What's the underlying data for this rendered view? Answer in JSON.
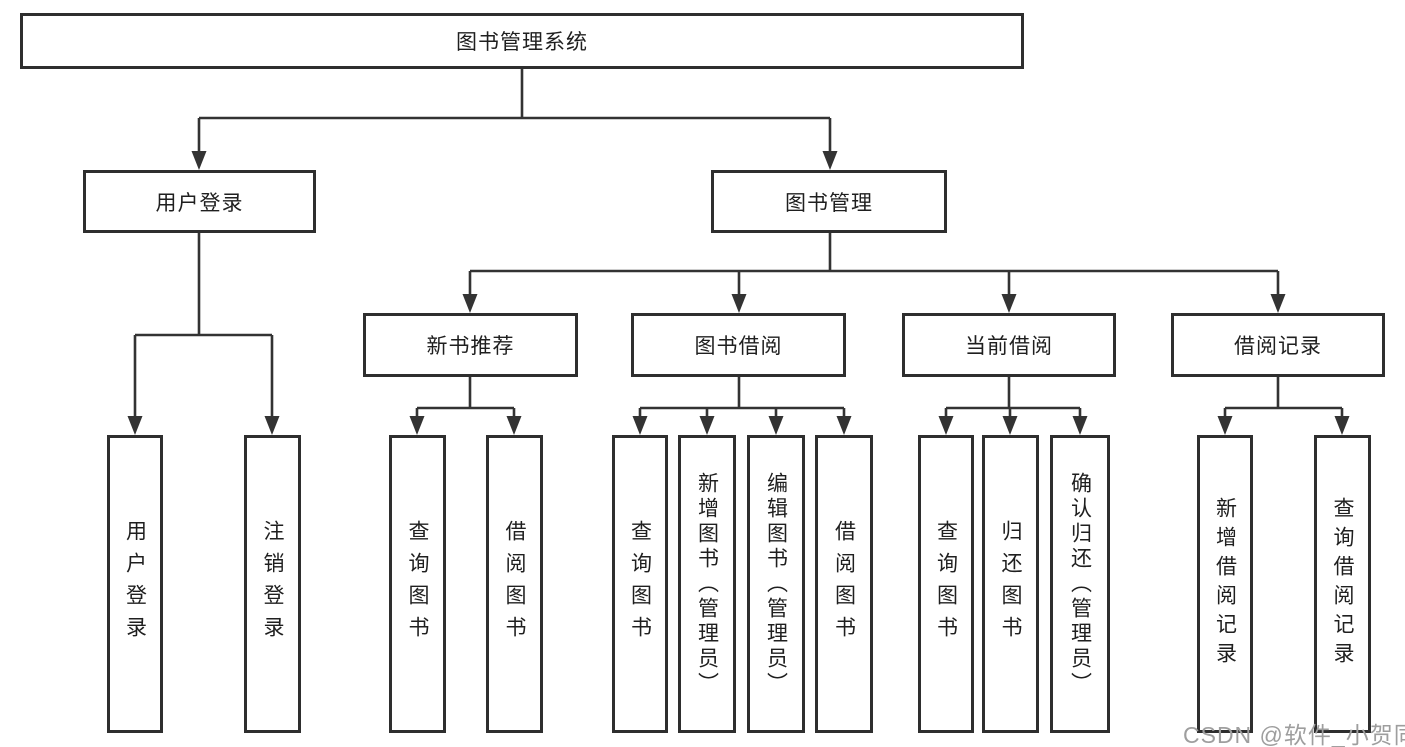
{
  "diagram": {
    "title": "图书管理系统",
    "level2": [
      {
        "id": "user-login",
        "label": "用户登录"
      },
      {
        "id": "book-management",
        "label": "图书管理"
      }
    ],
    "level3": [
      {
        "id": "new-book-recommend",
        "label": "新书推荐",
        "parent": "图书管理"
      },
      {
        "id": "book-borrowing",
        "label": "图书借阅",
        "parent": "图书管理"
      },
      {
        "id": "current-borrowing",
        "label": "当前借阅",
        "parent": "图书管理"
      },
      {
        "id": "borrowing-records",
        "label": "借阅记录",
        "parent": "图书管理"
      }
    ],
    "leaves": [
      {
        "id": "user-login-leaf",
        "label": "用户登录",
        "parent": "用户登录"
      },
      {
        "id": "logout-leaf",
        "label": "注销登录",
        "parent": "用户登录"
      },
      {
        "id": "query-books-1",
        "label": "查询图书",
        "parent": "新书推荐"
      },
      {
        "id": "borrow-books-1",
        "label": "借阅图书",
        "parent": "新书推荐"
      },
      {
        "id": "query-books-2",
        "label": "查询图书",
        "parent": "图书借阅"
      },
      {
        "id": "add-books-admin",
        "label": "新增图书（管理员）",
        "parent": "图书借阅"
      },
      {
        "id": "edit-books-admin",
        "label": "编辑图书（管理员）",
        "parent": "图书借阅"
      },
      {
        "id": "borrow-books-2",
        "label": "借阅图书",
        "parent": "图书借阅"
      },
      {
        "id": "query-books-3",
        "label": "查询图书",
        "parent": "当前借阅"
      },
      {
        "id": "return-books",
        "label": "归还图书",
        "parent": "当前借阅"
      },
      {
        "id": "confirm-return-admin",
        "label": "确认归还（管理员）",
        "parent": "当前借阅"
      },
      {
        "id": "add-borrow-record",
        "label": "新增借阅记录",
        "parent": "借阅记录"
      },
      {
        "id": "query-borrow-record",
        "label": "查询借阅记录",
        "parent": "借阅记录"
      }
    ],
    "watermark": "CSDN @软件_小贺同学",
    "colors": {
      "line": "#333333",
      "border": "#2e2e2e",
      "text": "#1f1f1f",
      "watermark": "#9e9e9e",
      "background": "#ffffff"
    }
  }
}
